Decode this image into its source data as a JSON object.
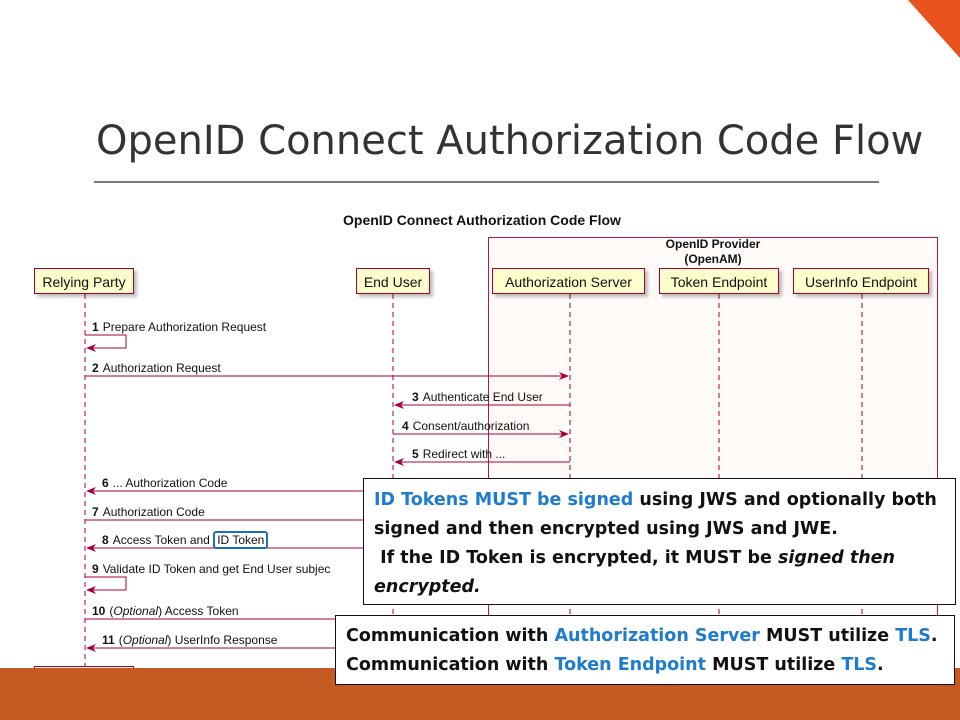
{
  "slide": {
    "title": "OpenID  Connect Authorization Code Flow"
  },
  "diagram": {
    "title": "OpenID Connect Authorization Code Flow",
    "provider_group": {
      "line1": "OpenID Provider",
      "line2": "(OpenAM)"
    },
    "participants": [
      {
        "id": "rp",
        "label": "Relying Party"
      },
      {
        "id": "user",
        "label": "End User"
      },
      {
        "id": "auth",
        "label": "Authorization Server"
      },
      {
        "id": "token",
        "label": "Token Endpoint"
      },
      {
        "id": "userinfo",
        "label": "UserInfo Endpoint"
      }
    ],
    "messages": [
      {
        "num": "1",
        "text": "Prepare Authorization Request"
      },
      {
        "num": "2",
        "text": "Authorization Request"
      },
      {
        "num": "3",
        "text": "Authenticate End User"
      },
      {
        "num": "4",
        "text": "Consent/authorization"
      },
      {
        "num": "5",
        "text": "Redirect with ..."
      },
      {
        "num": "6",
        "text": "... Authorization Code"
      },
      {
        "num": "7",
        "text": "Authorization Code"
      },
      {
        "num": "8",
        "text_pre": "Access Token and ",
        "text_boxed": "ID Token"
      },
      {
        "num": "9",
        "text": "Validate ID Token and get End User subjec"
      },
      {
        "num": "10",
        "text_italic": "Optional",
        "text_post": " Access Token"
      },
      {
        "num": "11",
        "text_italic": "Optional",
        "text_post": " UserInfo Response"
      }
    ]
  },
  "callout_signing": {
    "l1_blue": "ID Tokens MUST be signed",
    "l1_rest": " using JWS and optionally both",
    "l2": "signed and then encrypted using JWS and JWE.",
    "l3_pre": " If the ID Token is encrypted, it MUST be ",
    "l3_italic": "signed then",
    "l4_italic": "encrypted."
  },
  "callout_tls": {
    "l1_pre": "Communication with ",
    "l1_blue": "Authorization Server",
    "l1_mid": " MUST utilize ",
    "l1_tls": "TLS",
    "l1_end": ".",
    "l2_pre": "Communication with ",
    "l2_blue": "Token Endpoint",
    "l2_mid": " MUST utilize ",
    "l2_tls": "TLS",
    "l2_end": "."
  },
  "colors": {
    "accent": "#e8521c",
    "band": "#c45a22",
    "arrow": "#a80036",
    "participant_fill": "#fefecd",
    "highlight_blue": "#1f7bd0"
  }
}
